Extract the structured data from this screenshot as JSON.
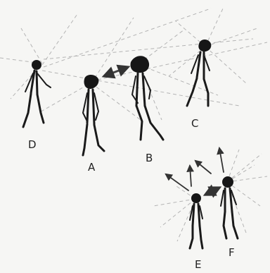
{
  "figures": [
    {
      "id": "A",
      "label": "A"
    },
    {
      "id": "B",
      "label": "B"
    },
    {
      "id": "C",
      "label": "C"
    },
    {
      "id": "D",
      "label": "D"
    },
    {
      "id": "E",
      "label": "E"
    },
    {
      "id": "F",
      "label": "F"
    }
  ],
  "colors": {
    "paper": "#f6f6f4",
    "ink": "#1a1a1a",
    "sightline": "#b4b4b4"
  }
}
